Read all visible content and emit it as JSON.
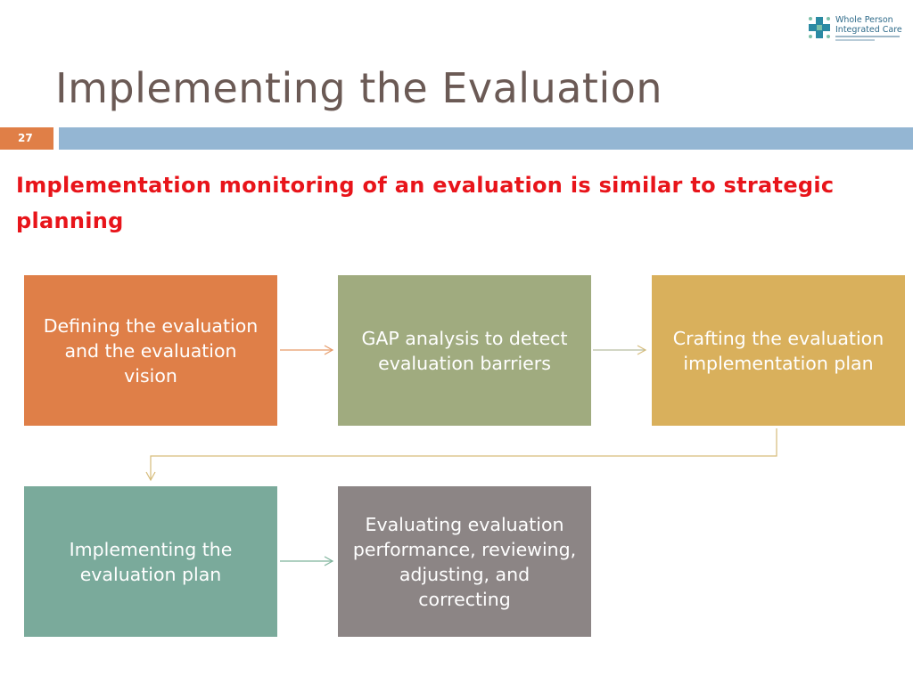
{
  "logo": {
    "line1": "Whole Person",
    "line2": "Integrated Care"
  },
  "slide": {
    "title": "Implementing the Evaluation",
    "page_number": "27",
    "subtitle": "Implementation monitoring of an evaluation is similar to strategic planning"
  },
  "process": {
    "steps": [
      "Defining the evaluation and the evaluation vision",
      "GAP analysis to detect evaluation barriers",
      "Crafting the evaluation implementation plan",
      "Implementing the evaluation plan",
      "Evaluating evaluation performance, reviewing, adjusting, and correcting"
    ]
  },
  "colors": {
    "step1": "#df7f48",
    "step2": "#a0ab7f",
    "step3": "#d9b05c",
    "step4": "#7aaa9b",
    "step5": "#8c8585",
    "title": "#6b5a55",
    "subtitle": "#e8141a",
    "accent_bar": "#94b6d3",
    "page_box": "#e07f47"
  }
}
